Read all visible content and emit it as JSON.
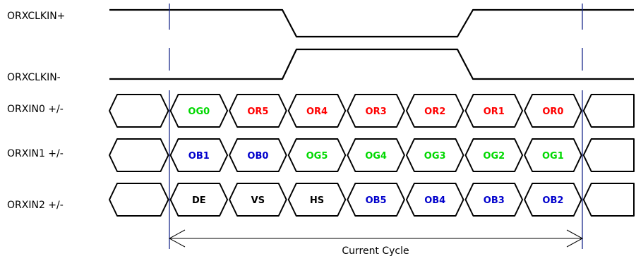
{
  "signals": {
    "clk_pos": "ORXCLKIN+",
    "clk_neg": "ORXCLKIN-",
    "lanes": [
      {
        "label": "ORXIN0 +/-",
        "bits": [
          {
            "text": "OG0",
            "color": "#00d800"
          },
          {
            "text": "OR5",
            "color": "#ff0000"
          },
          {
            "text": "OR4",
            "color": "#ff0000"
          },
          {
            "text": "OR3",
            "color": "#ff0000"
          },
          {
            "text": "OR2",
            "color": "#ff0000"
          },
          {
            "text": "OR1",
            "color": "#ff0000"
          },
          {
            "text": "OR0",
            "color": "#ff0000"
          }
        ]
      },
      {
        "label": "ORXIN1 +/-",
        "bits": [
          {
            "text": "OB1",
            "color": "#0000cc"
          },
          {
            "text": "OB0",
            "color": "#0000cc"
          },
          {
            "text": "OG5",
            "color": "#00d800"
          },
          {
            "text": "OG4",
            "color": "#00d800"
          },
          {
            "text": "OG3",
            "color": "#00d800"
          },
          {
            "text": "OG2",
            "color": "#00d800"
          },
          {
            "text": "OG1",
            "color": "#00d800"
          }
        ]
      },
      {
        "label": "ORXIN2 +/-",
        "bits": [
          {
            "text": "DE",
            "color": "#000000"
          },
          {
            "text": "VS",
            "color": "#000000"
          },
          {
            "text": "HS",
            "color": "#000000"
          },
          {
            "text": "OB5",
            "color": "#0000cc"
          },
          {
            "text": "OB4",
            "color": "#0000cc"
          },
          {
            "text": "OB3",
            "color": "#0000cc"
          },
          {
            "text": "OB2",
            "color": "#0000cc"
          }
        ]
      }
    ]
  },
  "cycle_label": "Current Cycle",
  "colors": {
    "wave": "#000000",
    "marker": "#1a2a8c"
  }
}
